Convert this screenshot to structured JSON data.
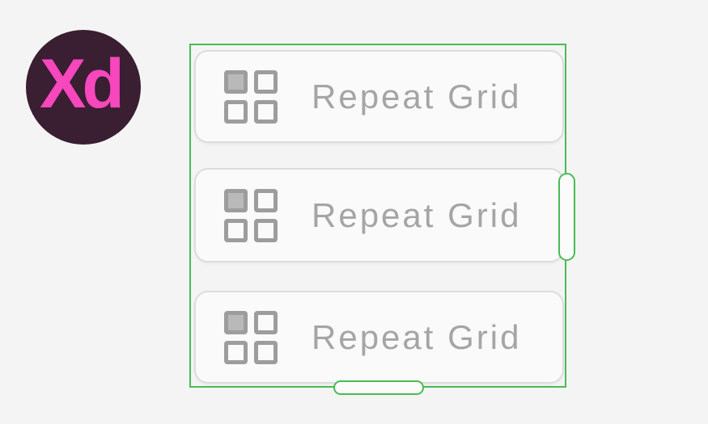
{
  "app": {
    "name": "Adobe XD",
    "logo_text": "Xd"
  },
  "canvas": {
    "selection": {
      "type": "repeat-grid",
      "handles": [
        "right",
        "bottom"
      ]
    },
    "cards": [
      {
        "label": "Repeat Grid",
        "icon": "grid-icon"
      },
      {
        "label": "Repeat Grid",
        "icon": "grid-icon"
      },
      {
        "label": "Repeat Grid",
        "icon": "grid-icon"
      }
    ]
  },
  "colors": {
    "background": "#f4f4f4",
    "selection_green": "#48bc55",
    "logo_circle": "#3a1e32",
    "logo_pink": "#f747bd",
    "card_background": "#fafafa",
    "card_border": "#dcdcdc",
    "icon_stroke": "#9d9d9d",
    "icon_fill": "#b9b9b9",
    "label_gray": "#a5a5a5"
  }
}
